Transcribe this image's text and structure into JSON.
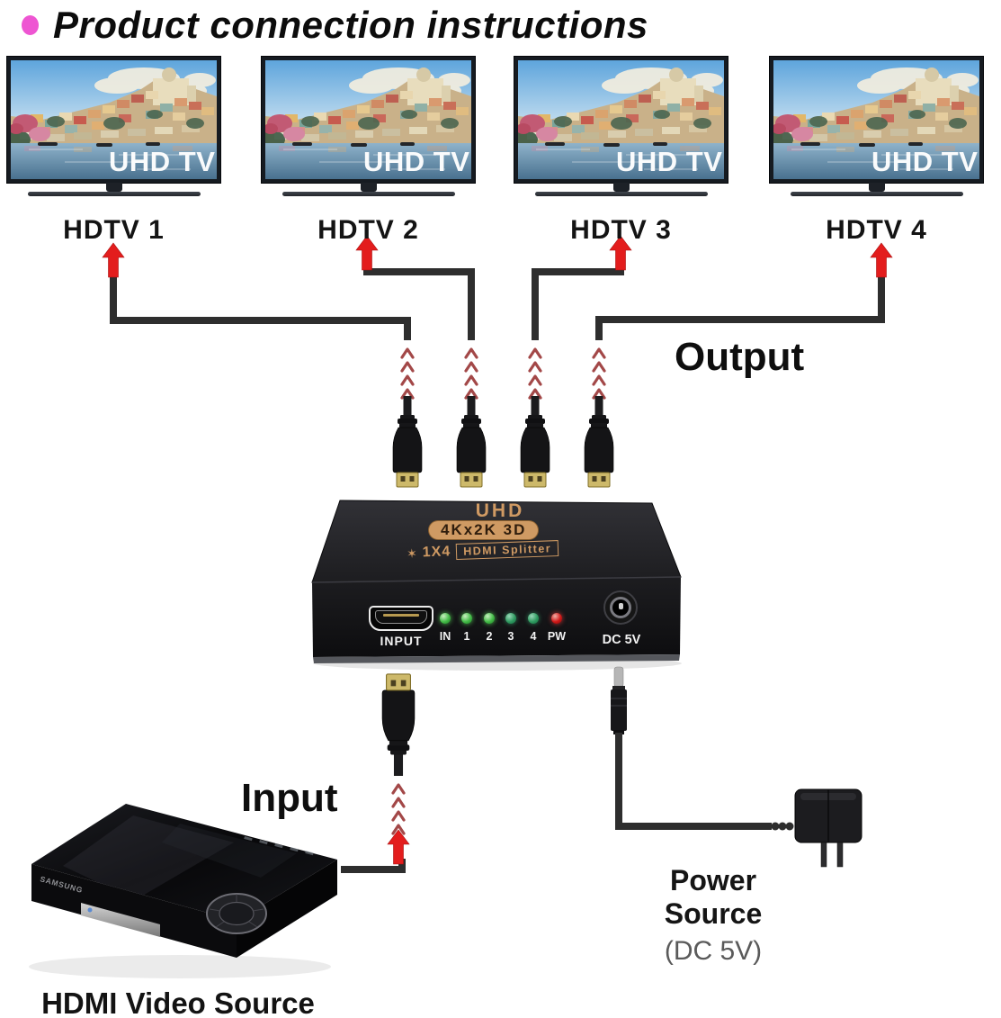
{
  "title": {
    "text": "Product connection instructions"
  },
  "tvs": [
    {
      "label": "HDTV 1",
      "screen_text": "UHD TV"
    },
    {
      "label": "HDTV 2",
      "screen_text": "UHD TV"
    },
    {
      "label": "HDTV 3",
      "screen_text": "UHD TV"
    },
    {
      "label": "HDTV 4",
      "screen_text": "UHD TV"
    }
  ],
  "annotations": {
    "output": "Output",
    "input": "Input"
  },
  "splitter": {
    "top_brand": "UHD",
    "top_badge": "4Kx2K 3D",
    "logo_char": "✶",
    "top_model_prefix": "1X4",
    "top_model_boxed": "HDMI Splitter",
    "input_port_label": "INPUT",
    "leds": [
      {
        "label": "IN",
        "state": "on",
        "color": "#43bb47"
      },
      {
        "label": "1",
        "state": "on",
        "color": "#43bb47"
      },
      {
        "label": "2",
        "state": "on",
        "color": "#43bb47"
      },
      {
        "label": "3",
        "state": "on",
        "color": "#2f9a60"
      },
      {
        "label": "4",
        "state": "on",
        "color": "#2f9a60"
      },
      {
        "label": "PW",
        "state": "on",
        "color": "#d01717"
      }
    ],
    "dc_label": "DC 5V"
  },
  "source_device": {
    "brand": "SAMSUNG",
    "caption": "HDMI Video Source"
  },
  "power": {
    "label": "Power Source",
    "spec": "(DC 5V)"
  },
  "colors": {
    "title_bullet": "#ee55d2",
    "arrow_red": "#e31d1d",
    "cable": "#2e2e2e",
    "chevron": "#a34848",
    "splitter_tan": "#cf9a63",
    "led_green": "#43bb47",
    "led_green_dim": "#2f9a60",
    "led_red": "#d01717"
  }
}
